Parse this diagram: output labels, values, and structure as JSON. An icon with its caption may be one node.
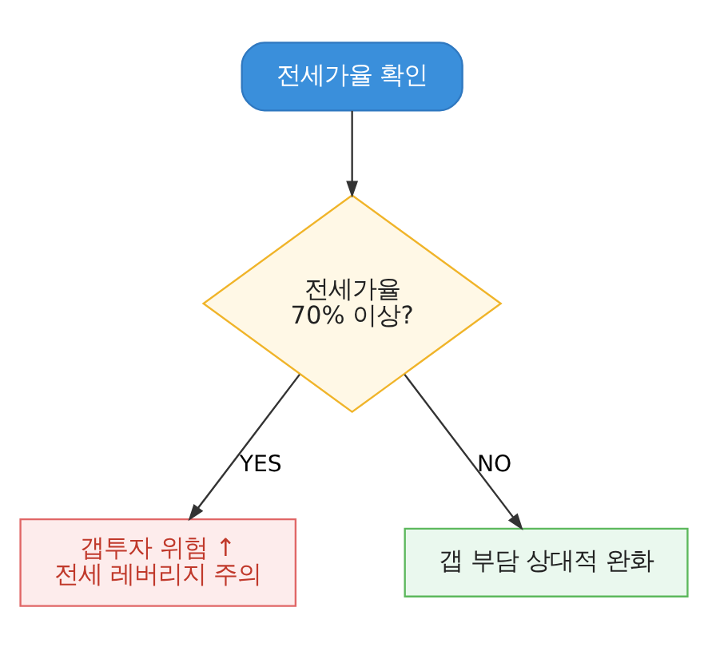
{
  "diagram": {
    "nodes": [
      {
        "text": [
          "전세가율 확인"
        ]
      },
      {
        "text": [
          "전세가율 70% 이상?"
        ]
      },
      {
        "text": [
          "갭투자 위험 ↑ 전세 레버리지 주의"
        ]
      },
      {
        "text": [
          "갭 부담 상대적 완화"
        ]
      }
    ],
    "edges": [
      {
        "from": 0,
        "to": 1,
        "arrow": "to"
      },
      {
        "from": 1,
        "to": 2,
        "arrow": "to",
        "label": "YES"
      },
      {
        "from": 1,
        "to": 3,
        "arrow": "to",
        "label": "NO"
      }
    ]
  }
}
